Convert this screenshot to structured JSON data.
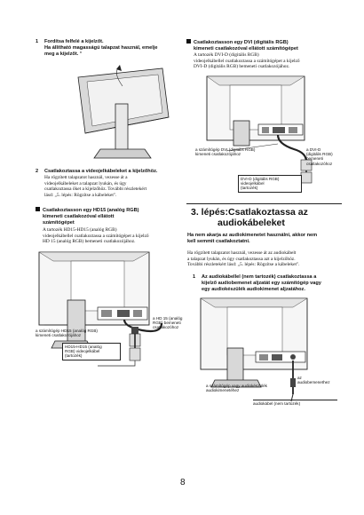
{
  "left": {
    "step1": {
      "num": "1",
      "line1": "Fordítsa felfelé a kijelzőt.",
      "line2": "Ha állítható magasságú talapzat használ, emelje",
      "line3": "meg a kijelzőt.",
      "note_ref": "*"
    },
    "step2": {
      "num": "2",
      "title": "Csatlakoztassa a videojelkábeleket a kijelzőhöz.",
      "body": [
        "Ha rögzített talapzatot használ, vezesse át a",
        "videojelkábeleket a talapzat lyukán, és úgy",
        "csatlakoztassa őket a kijelzőhöz. További részletekért",
        "lásd: „5. lépés: Rögzítse a kábeleket\"."
      ]
    },
    "section_hd15": {
      "title": [
        "Csatlakoztasson egy HD15 (analóg RGB)",
        "kimeneti csatlakozóval ellátott",
        "számítógépet"
      ],
      "body": [
        "A tartozék HD15-HD15 (analóg RGB)",
        "videojelkábellel csatlakoztassa a számítógépet a kijelző",
        "HD 15 (analóg RGB) bemeneti csatlakozójához."
      ]
    },
    "fig_labels": {
      "to_input": [
        "a HD 15 (analóg",
        "RGB) bemeneti",
        "csatlakozóhoz"
      ],
      "to_computer": [
        "a számítógép HD15 (analóg RGB)",
        "kimeneti csatlakozójához"
      ],
      "cable": [
        "HD15-HD15 (analóg",
        "RGB) videojelkábel",
        "(tartozék)"
      ]
    }
  },
  "right": {
    "section_dvi": {
      "title": [
        "Csatlakoztasson egy DVI (digitális RGB)",
        "kimeneti csatlakozóval ellátott számítógépet"
      ],
      "body": [
        "A tartozék DVI-D (digitális RGB)",
        "videojelkábellel csatlakoztassa a számítógépet a kijelző",
        "DVI-D (digitális RGB) bemeneti csatlakozójához."
      ]
    },
    "fig_labels": {
      "to_computer": [
        "a számítógép DVI (digitális RGB)",
        "kimeneti csatlakozójához"
      ],
      "to_input": [
        "a DVI-D",
        "(digitális RGB)",
        "bemeneti",
        "csatlakozóhoz"
      ],
      "cable": [
        "DVI-D (digitális RGB)",
        "videojelkábel",
        "(tartozék)"
      ]
    },
    "step3": {
      "heading": [
        "3. lépés:Csatlakoztassa az",
        "audiokábeleket"
      ],
      "bold": [
        "Ha nem akarja az audiokimenetet használni, akkor nem",
        "kell semmit csatlakoztatni."
      ],
      "body": [
        "Ha rögzített talapzatot használ, vezesse át az audiokábelt",
        "a talapzat lyukán, és úgy csatlakoztassa azt a kijelzőhöz.",
        "További részletekért lásd: „5. lépés: Rögzítse a kábeleket\"."
      ],
      "item1_num": "1",
      "item1": [
        "Az audiokábellel (nem tartozék) csatlakoztassa a",
        "kijelző audiobemenet aljzatát egy számítógép vagy",
        "egy audiokészülék audiokimenet aljzatához."
      ]
    },
    "audio_labels": {
      "to_headphone": [
        "az",
        "audiobemenethez"
      ],
      "to_computer": [
        "a számítógép vagy audiokészülék",
        "audiokimenetéhez"
      ],
      "cable": "audiokábel (nem tartozék)"
    }
  },
  "page_number": "8"
}
